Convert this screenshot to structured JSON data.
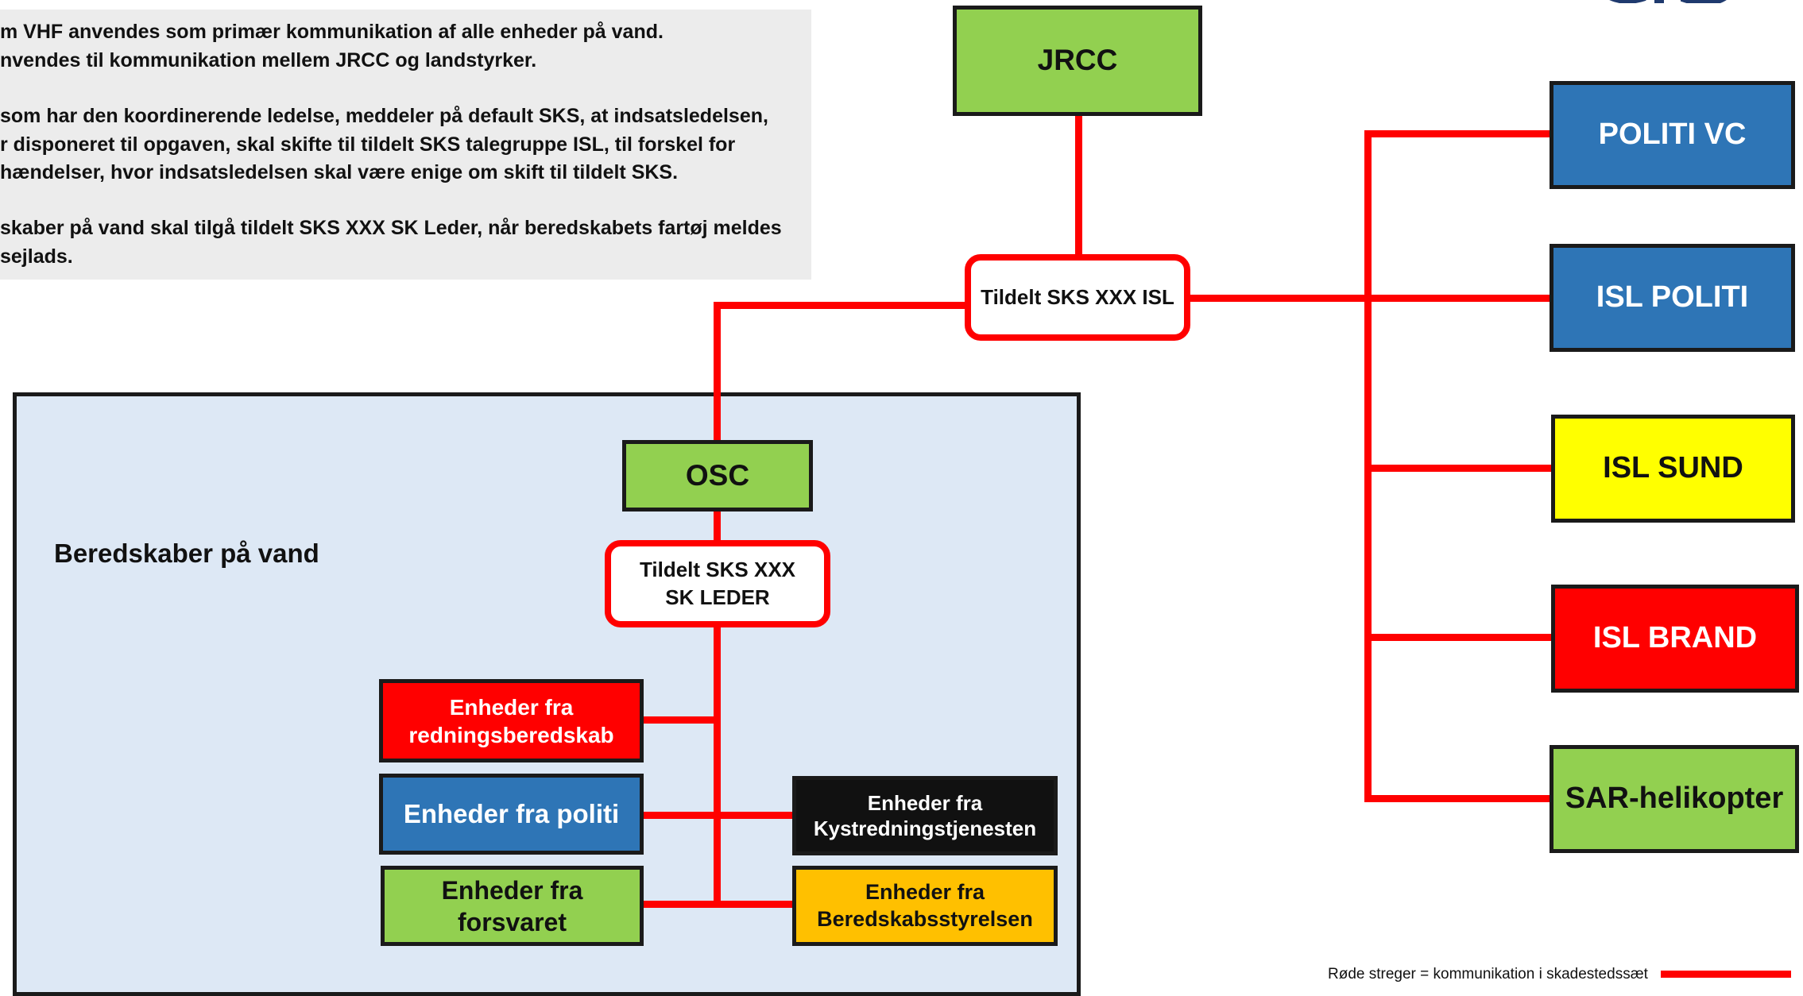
{
  "note": {
    "lines": [
      "m VHF anvendes som primær kommunikation af alle enheder på vand.",
      "nvendes til kommunikation mellem JRCC og landstyrker.",
      "",
      "som har den koordinerende ledelse, meddeler på default SKS, at indsatsledelsen,",
      "r disponeret til opgaven, skal skifte til tildelt SKS talegruppe ISL, til forskel for",
      "hændelser, hvor indsatsledelsen skal være enige om skift til tildelt SKS.",
      "",
      "skaber på vand skal tilgå tildelt SKS XXX SK Leder, når beredskabets fartøj meldes",
      " sejlads."
    ]
  },
  "nodes": {
    "jrcc": "JRCC",
    "isl_talk": "Tildelt SKS XXX ISL",
    "politi_vc": "POLITI VC",
    "isl_politi": "ISL POLITI",
    "isl_sund": "ISL SUND",
    "isl_brand": "ISL BRAND",
    "sar": "SAR-helikopter",
    "osc": "OSC",
    "sk_leder_line1": "Tildelt SKS XXX",
    "sk_leder_line2": "SK LEDER",
    "redning_1": "Enheder fra",
    "redning_2": "redningsberedskab",
    "politi_units": "Enheder fra politi",
    "forsvaret_1": "Enheder fra",
    "forsvaret_2": "forsvaret",
    "kyst_1": "Enheder fra",
    "kyst_2": "Kystredningstjenesten",
    "brs_1": "Enheder fra",
    "brs_2": "Beredskabsstyrelsen"
  },
  "water_area": {
    "label": "Beredskaber på vand"
  },
  "legend": {
    "text": "Røde streger = kommunikation i skadestedssæt"
  },
  "colors": {
    "line": "#ff0000",
    "green": "#92d050",
    "blue": "#2e75b6",
    "yellow": "#ffff00",
    "red": "#ff0000",
    "black": "#111111",
    "orange": "#ffc000",
    "water": "#dde8f5",
    "note": "#ececec"
  }
}
